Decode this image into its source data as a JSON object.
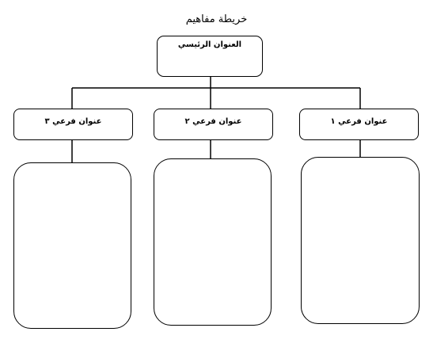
{
  "title": "خريطة مفاهيم",
  "main_topic": {
    "label": "العنوان الرئيسي"
  },
  "subtopics": [
    {
      "label": "عنوان فرعي ١"
    },
    {
      "label": "عنوان فرعي ٢"
    },
    {
      "label": "عنوان فرعي ٣"
    }
  ],
  "content_boxes": [
    {
      "text": ""
    },
    {
      "text": ""
    },
    {
      "text": ""
    }
  ]
}
